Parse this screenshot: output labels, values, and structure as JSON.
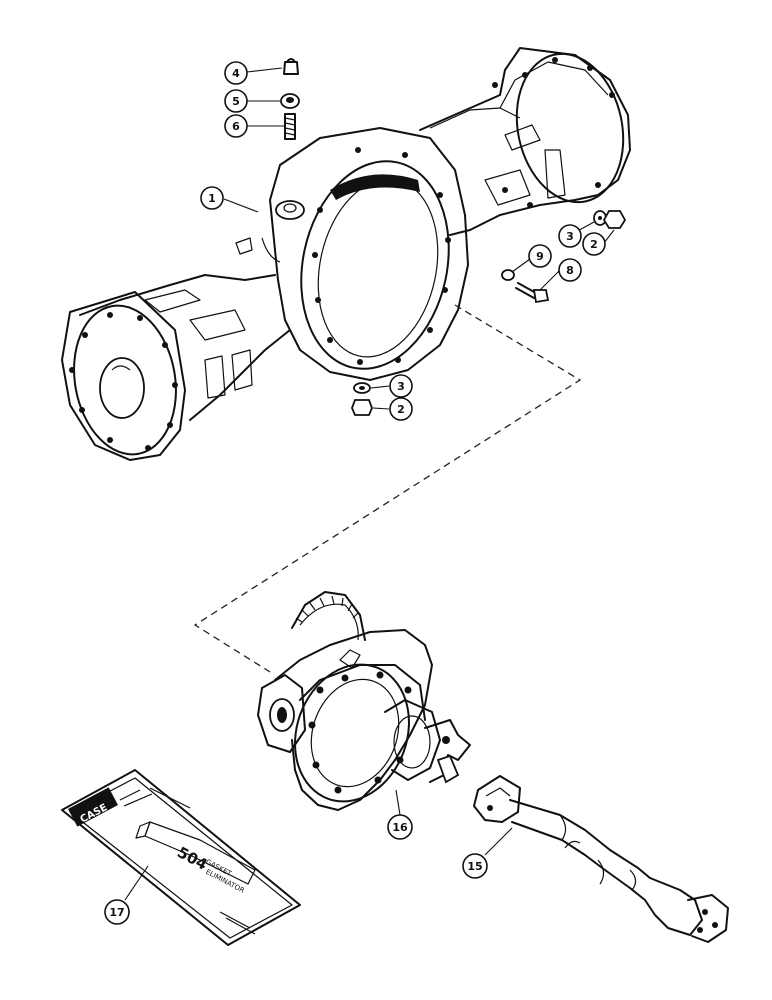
{
  "callouts": [
    {
      "id": "c1",
      "label": "1"
    },
    {
      "id": "c2a",
      "label": "2"
    },
    {
      "id": "c2b",
      "label": "2"
    },
    {
      "id": "c3a",
      "label": "3"
    },
    {
      "id": "c3b",
      "label": "3"
    },
    {
      "id": "c4",
      "label": "4"
    },
    {
      "id": "c5",
      "label": "5"
    },
    {
      "id": "c6",
      "label": "6"
    },
    {
      "id": "c8",
      "label": "8"
    },
    {
      "id": "c9",
      "label": "9"
    },
    {
      "id": "c15",
      "label": "15"
    },
    {
      "id": "c16",
      "label": "16"
    },
    {
      "id": "c17",
      "label": "17"
    }
  ],
  "package": {
    "code": "CASE",
    "product_number": "504",
    "product_name_line1": "GASKET",
    "product_name_line2": "ELIMINATOR"
  },
  "colors": {
    "ink": "#111111",
    "paper": "#ffffff"
  }
}
